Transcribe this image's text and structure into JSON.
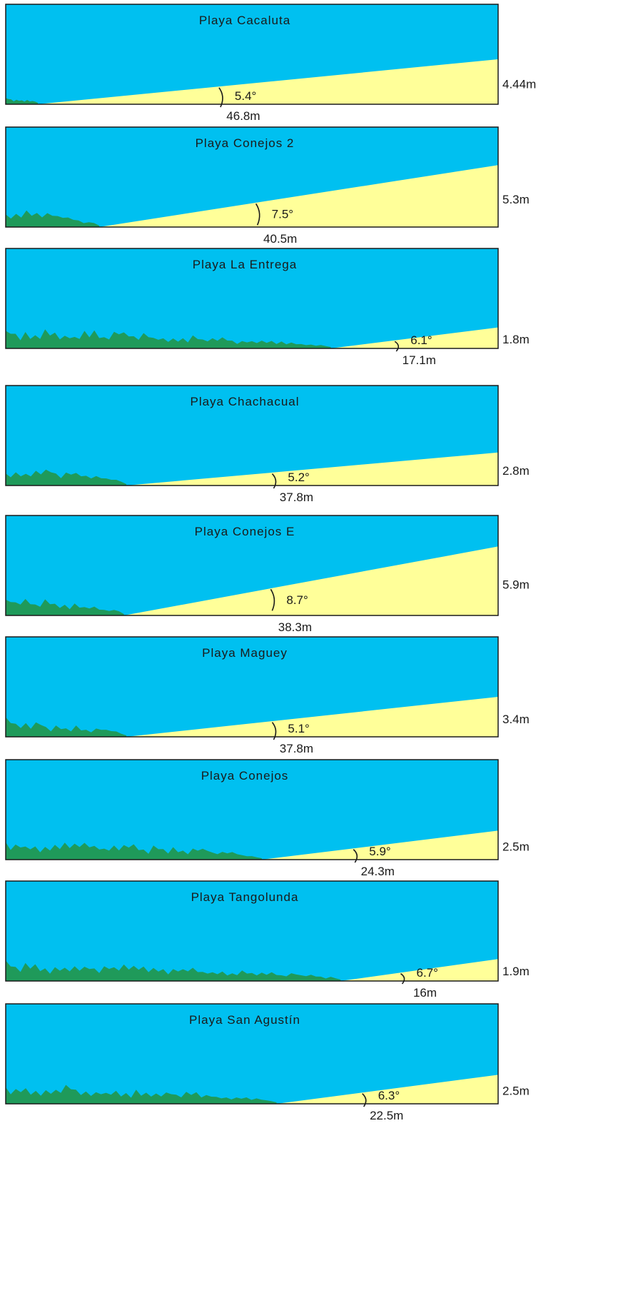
{
  "colors": {
    "water": "#00C0F0",
    "sand": "#FFFF99",
    "vegetation": "#1F9A5A",
    "frame": "#1a1a1a",
    "text": "#1a1a1a",
    "background": "#FFFFFF"
  },
  "beaches": [
    {
      "name": "Playa Cacaluta",
      "angle": "5.4°",
      "length": "46.8m",
      "height": "4.44m",
      "vegetation": "minimal",
      "slope_ratio": 0.45,
      "toe_fraction": 0.065
    },
    {
      "name": "Playa Conejos 2",
      "angle": "7.5°",
      "length": "40.5m",
      "height": "5.3m",
      "vegetation": "small",
      "slope_ratio": 0.62,
      "toe_fraction": 0.19
    },
    {
      "name": "Playa La Entrega",
      "angle": "6.1°",
      "length": "17.1m",
      "height": "1.8m",
      "vegetation": "large",
      "slope_ratio": 0.21,
      "toe_fraction": 0.66
    },
    {
      "name": "Playa Chachacual",
      "angle": "5.2°",
      "length": "37.8m",
      "height": "2.8m",
      "vegetation": "small",
      "slope_ratio": 0.33,
      "toe_fraction": 0.245
    },
    {
      "name": "Playa Conejos E",
      "angle": "8.7°",
      "length": "38.3m",
      "height": "5.9m",
      "vegetation": "small",
      "slope_ratio": 0.69,
      "toe_fraction": 0.24
    },
    {
      "name": "Playa Maguey",
      "angle": "5.1°",
      "length": "37.8m",
      "height": "3.4m",
      "vegetation": "small",
      "slope_ratio": 0.4,
      "toe_fraction": 0.245
    },
    {
      "name": "Playa Conejos",
      "angle": "5.9°",
      "length": "24.3m",
      "height": "2.5m",
      "vegetation": "medium",
      "slope_ratio": 0.29,
      "toe_fraction": 0.52
    },
    {
      "name": "Playa Tangolunda",
      "angle": "6.7°",
      "length": "16m",
      "height": "1.9m",
      "vegetation": "large",
      "slope_ratio": 0.22,
      "toe_fraction": 0.68
    },
    {
      "name": "Playa San Agustín",
      "angle": "6.3°",
      "length": "22.5m",
      "height": "2.5m",
      "vegetation": "medium",
      "slope_ratio": 0.29,
      "toe_fraction": 0.55
    }
  ]
}
